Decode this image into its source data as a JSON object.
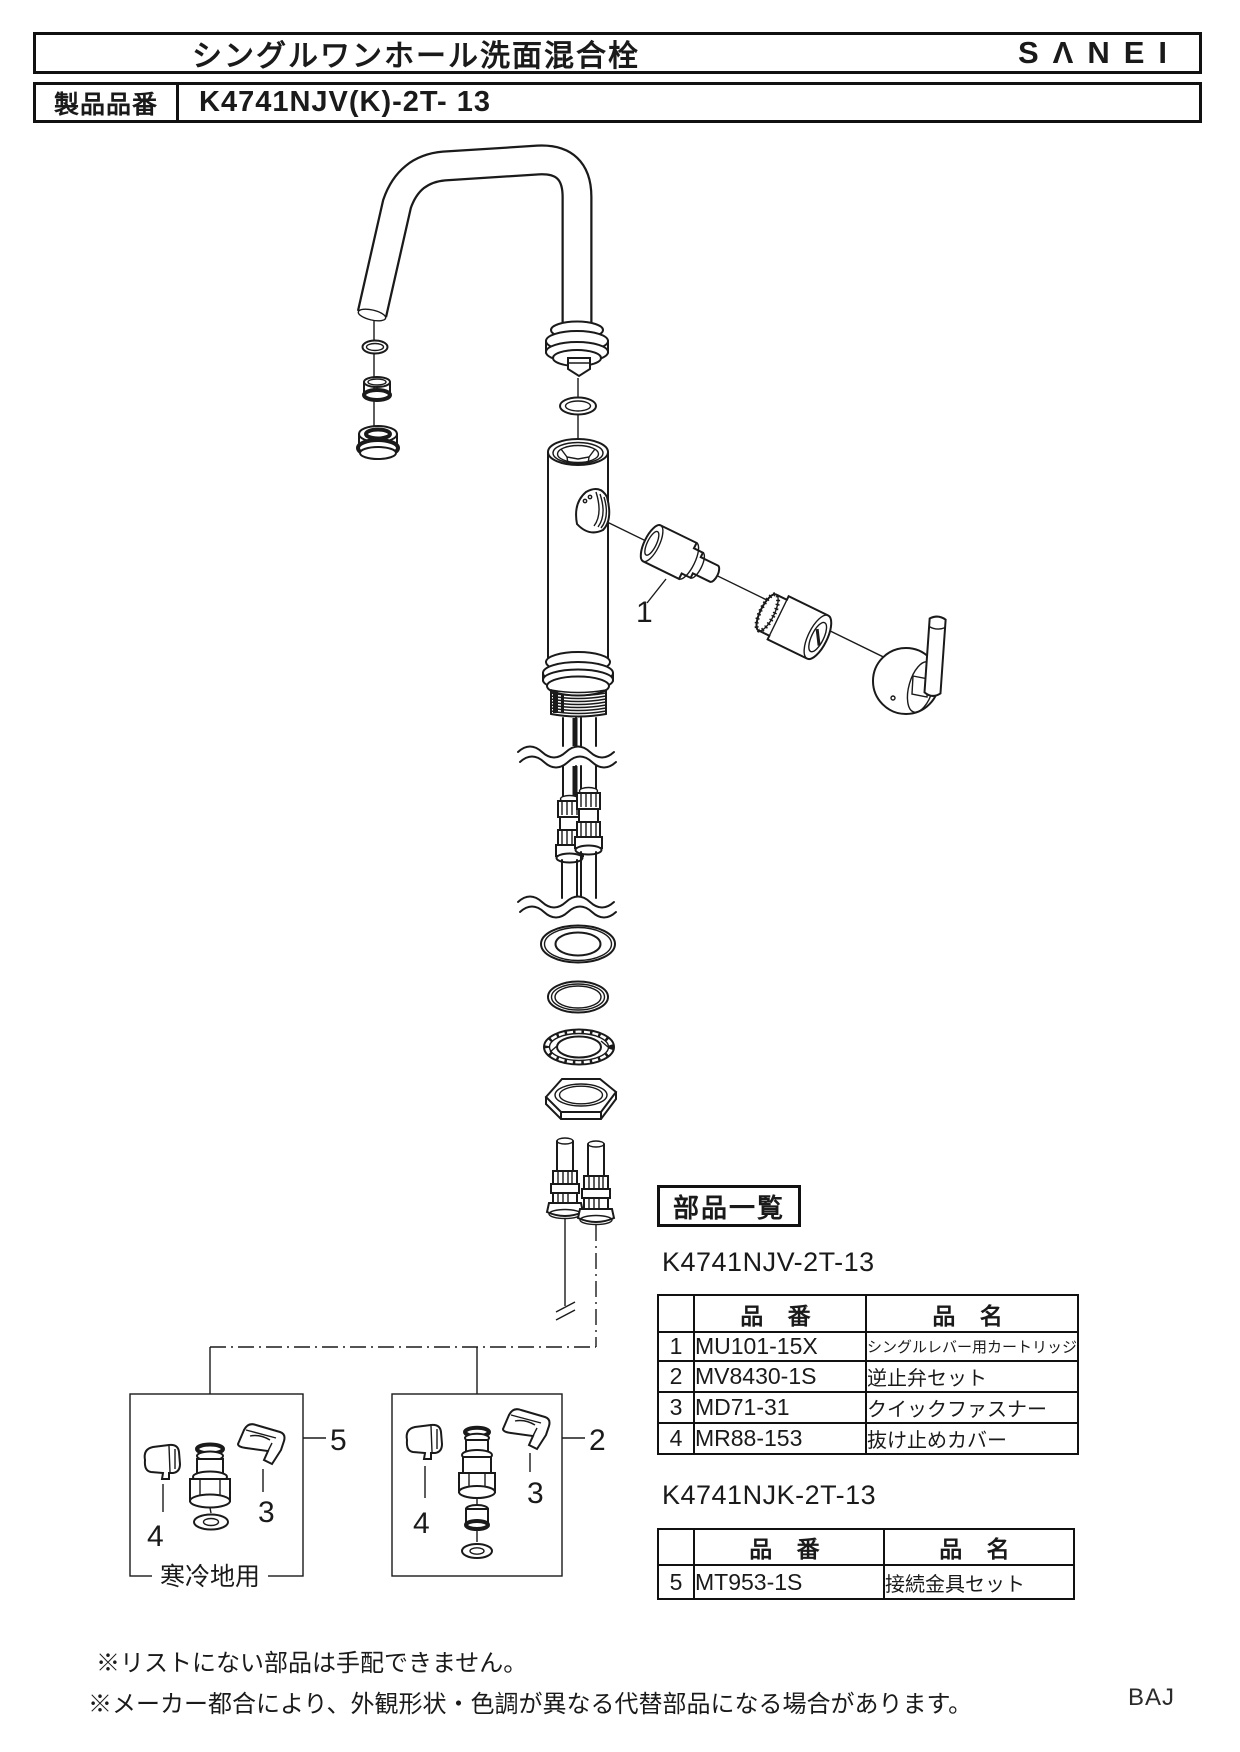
{
  "header": {
    "title": "シングルワンホール洗面混合栓",
    "brand": "SΛNEI",
    "product_label": "製品品番",
    "product_code": "K4741NJV(K)-2T- 13"
  },
  "parts_list": {
    "section_title": "部品一覧",
    "tables": [
      {
        "model": "K4741NJV-2T-13",
        "headers": [
          "品 番",
          "品 名"
        ],
        "rows": [
          {
            "no": "1",
            "part_number": "MU101-15X",
            "part_name": "シングルレバー用カートリッジ"
          },
          {
            "no": "2",
            "part_number": "MV8430-1S",
            "part_name": "逆止弁セット"
          },
          {
            "no": "3",
            "part_number": "MD71-31",
            "part_name": "クイックファスナー"
          },
          {
            "no": "4",
            "part_number": "MR88-153",
            "part_name": "抜け止めカバー"
          }
        ]
      },
      {
        "model": "K4741NJK-2T-13",
        "headers": [
          "品 番",
          "品 名"
        ],
        "rows": [
          {
            "no": "5",
            "part_number": "MT953-1S",
            "part_name": "接続金具セット"
          }
        ]
      }
    ]
  },
  "diagram": {
    "callouts": {
      "cartridge": "1",
      "check_valve_set": "2",
      "quick_fastener": "3",
      "cover": "4",
      "fitting_set": "5"
    },
    "cold_region_label": "寒冷地用"
  },
  "footer": {
    "note1": "※リストにない部品は手配できません。",
    "note2": "※メーカー都合により、外観形状・色調が異なる代替部品になる場合があります。",
    "doc_code": "BAJ"
  },
  "colors": {
    "line": "#1a1a1a",
    "background": "#ffffff"
  }
}
